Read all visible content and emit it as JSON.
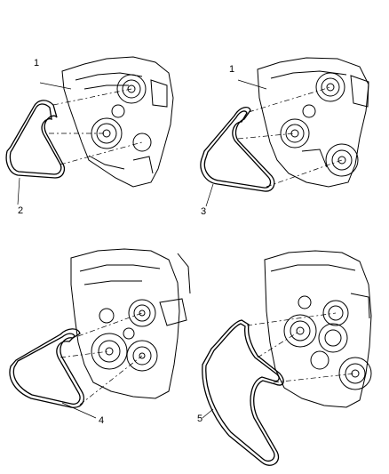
{
  "callouts": {
    "c1a": "1",
    "c2": "2",
    "c1b": "1",
    "c3": "3",
    "c4": "4",
    "c5": "5"
  }
}
